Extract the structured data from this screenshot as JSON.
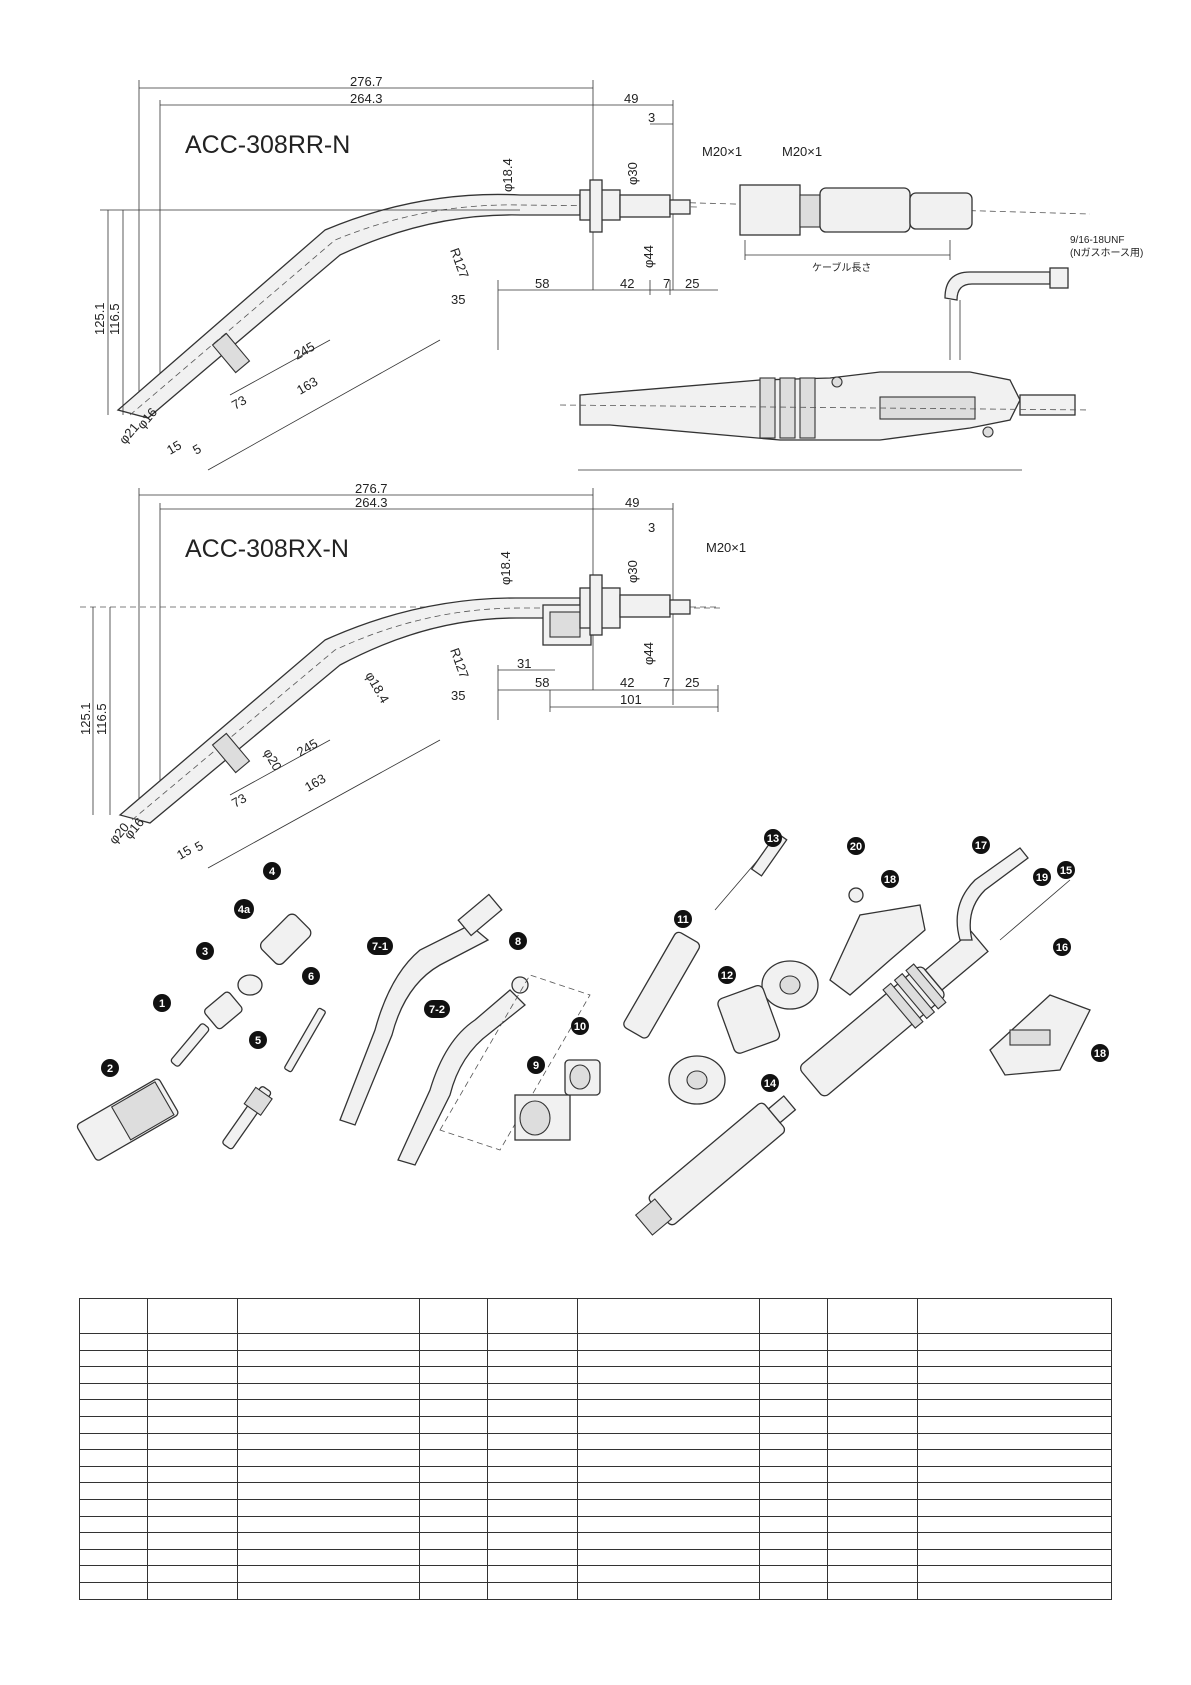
{
  "models": {
    "rr": {
      "title": "ACC-308RR-N",
      "dims": {
        "total": "276.7",
        "body": "264.3",
        "rear": "49",
        "gap": "3",
        "thread1": "M20×1",
        "thread2": "M20×1",
        "d184": "φ18.4",
        "d30": "φ30",
        "d44": "φ44",
        "r127": "R127",
        "ang": "35",
        "s58": "58",
        "s42": "42",
        "s7": "7",
        "s25": "25",
        "h1251": "125.1",
        "h1165": "116.5",
        "d16": "φ16",
        "d21": "φ21",
        "l73": "73",
        "l163": "163",
        "l245": "245",
        "l15": "15",
        "l5": "5",
        "cable": "ケーブル長さ",
        "unf": "9/16-18UNF",
        "unf_note": "(Nガスホース用)"
      }
    },
    "rx": {
      "title": "ACC-308RX-N",
      "dims": {
        "total": "276.7",
        "body": "264.3",
        "rear": "49",
        "gap": "3",
        "thread": "M20×1",
        "d184": "φ18.4",
        "d30": "φ30",
        "d44": "φ44",
        "r127": "R127",
        "ang": "35",
        "s31": "31",
        "s58": "58",
        "s42": "42",
        "s7": "7",
        "s25": "25",
        "s101": "101",
        "h1251": "125.1",
        "h1165": "116.5",
        "d184b": "φ18.4",
        "d20": "φ20",
        "d16": "φ16",
        "d20b": "φ20",
        "l73": "73",
        "l163": "163",
        "l245": "245",
        "l15": "15",
        "l5": "5"
      }
    }
  },
  "parts": {
    "p1": "1",
    "p2": "2",
    "p3": "3",
    "p4": "4",
    "p4a": "4a",
    "p5": "5",
    "p6": "6",
    "p71": "7-1",
    "p72": "7-2",
    "p8": "8",
    "p9": "9",
    "p10": "10",
    "p11": "11",
    "p12": "12",
    "p13": "13",
    "p14": "14",
    "p15": "15",
    "p16": "16",
    "p17": "17",
    "p18a": "18",
    "p18b": "18",
    "p19": "19",
    "p20": "20"
  },
  "table": {
    "columns": 9,
    "body_rows": 16
  }
}
